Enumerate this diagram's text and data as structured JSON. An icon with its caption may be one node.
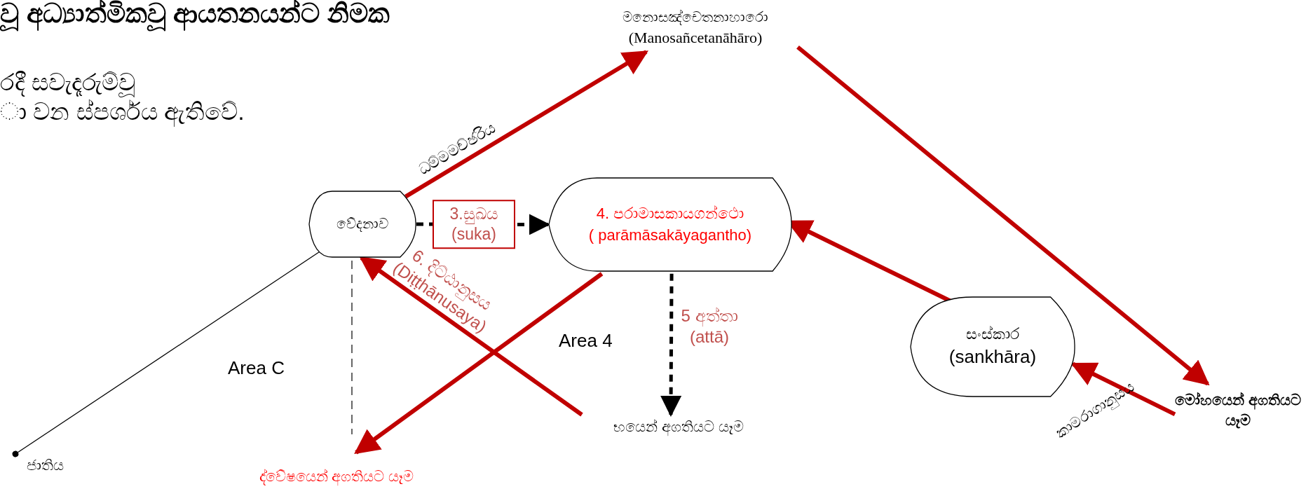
{
  "diagram": {
    "nodes": [
      {
        "text": [
          "මනොසඤ්චෙතනාහාරො",
          "(Manosañcetanāhāro)"
        ]
      },
      {
        "text": [
          "වේදනාව"
        ]
      },
      {
        "text": [
          "4. පරාමාසකායගන්ථො",
          "( parāmāsakāyagantho)"
        ]
      },
      {
        "text": [
          "සංස්කාර",
          "(sankhāra)"
        ]
      },
      {
        "text": [
          "මෝහයෙන් අගතියට යෑම"
        ]
      },
      {
        "text": [
          "භයෙන් අගතියට යෑම"
        ]
      },
      {
        "text": [
          "ද්වේෂයෙන් අගතියට යෑම"
        ]
      },
      {
        "text": [
          "ජාතිය"
        ]
      }
    ],
    "edges": [
      {
        "from": 1,
        "to": 0,
        "arrow": "to",
        "label": "ධම්මමච්ඡරිය"
      },
      {
        "from": 1,
        "to": 2,
        "arrow": "to",
        "label": "3.සුඛය (suka)",
        "style": "dashed",
        "color": "#000000"
      },
      {
        "from": 2,
        "to": 5,
        "arrow": "to",
        "label": "5 අත්තා (attā)",
        "style": "dashed",
        "color": "#000000"
      },
      {
        "from": 0,
        "to": 4,
        "arrow": "to"
      },
      {
        "from": 3,
        "to": 2,
        "arrow": "to"
      },
      {
        "from": 4,
        "to": 3,
        "arrow": "to",
        "label": "කාමරාගානුසය"
      },
      {
        "from": 5,
        "to": 1,
        "arrow": "to",
        "label": "6. දිට්ඨානුසය (Diṭṭhānusaya)"
      },
      {
        "from": 2,
        "to": 6,
        "arrow": "to"
      },
      {
        "from": 1,
        "to": 7,
        "arrow": "other",
        "color": "#000000"
      }
    ],
    "labels": [
      "වූ අධ්‍යාත්මිකවූ ආයතනයන්ට නිමක",
      "රදී සවැදෑරුම්වූ",
      "ා වන ස්පර්ශය ඇතිවේ.",
      "Area C",
      "Area 4"
    ]
  }
}
